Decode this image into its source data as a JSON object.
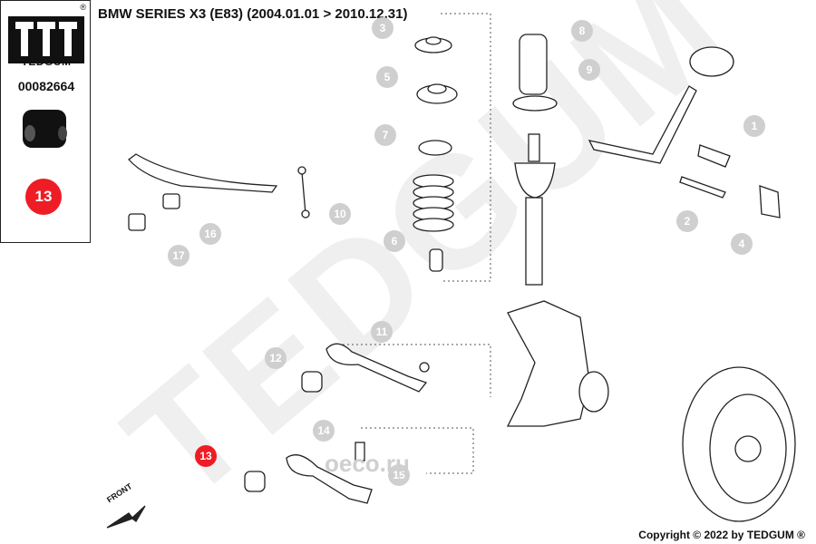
{
  "title": "BMW SERIES X3 (E83)  (2004.01.01 > 2010.12.31)",
  "copyright": "Copyright © 2022 by TEDGUM ®",
  "panel": {
    "brand": "TEDGUM",
    "registered_mark": "®",
    "part_number": "00082664",
    "highlighted_position": "13"
  },
  "watermark": {
    "text": "TEDGUM",
    "site": "oeco.ru"
  },
  "front_label": "FRONT",
  "callouts": [
    "1",
    "2",
    "3",
    "4",
    "5",
    "6",
    "7",
    "8",
    "9",
    "10",
    "11",
    "12",
    "13",
    "14",
    "15",
    "16",
    "17"
  ],
  "colors": {
    "highlight": "#ee1c25",
    "callout": "#cfcfcf",
    "watermark": "#ececec",
    "line": "#222222"
  }
}
